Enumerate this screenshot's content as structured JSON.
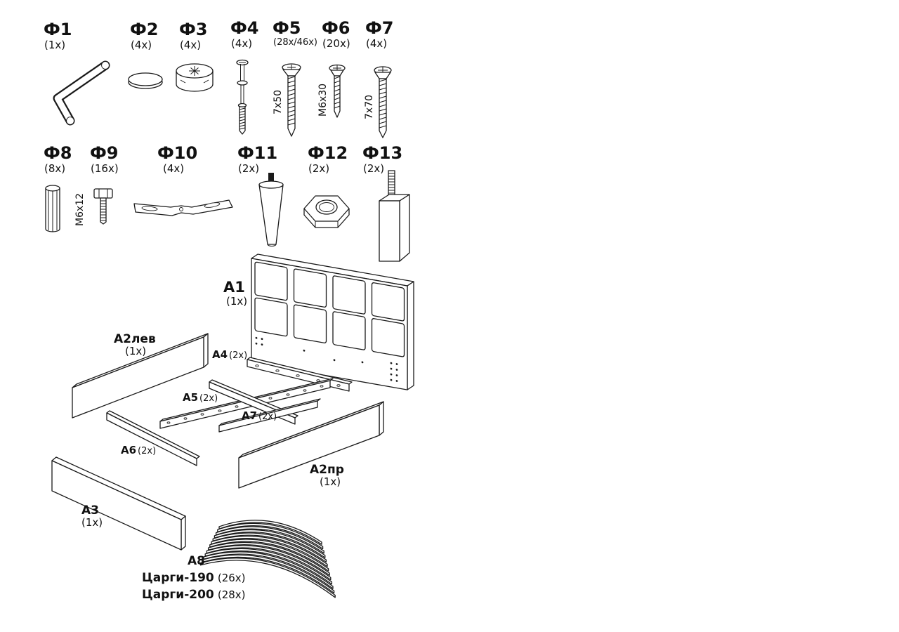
{
  "hardware": [
    {
      "id": "Ф1",
      "qty": "(1x)",
      "size": ""
    },
    {
      "id": "Ф2",
      "qty": "(4x)",
      "size": ""
    },
    {
      "id": "Ф3",
      "qty": "(4x)",
      "size": ""
    },
    {
      "id": "Ф4",
      "qty": "(4x)",
      "size": ""
    },
    {
      "id": "Ф5",
      "qty": "(28x/46x)",
      "size": "7x50"
    },
    {
      "id": "Ф6",
      "qty": "(20x)",
      "size": "M6x30"
    },
    {
      "id": "Ф7",
      "qty": "(4x)",
      "size": "7x70"
    },
    {
      "id": "Ф8",
      "qty": "(8x)",
      "size": ""
    },
    {
      "id": "Ф9",
      "qty": "(16x)",
      "size": "M6x12"
    },
    {
      "id": "Ф10",
      "qty": "(4x)",
      "size": ""
    },
    {
      "id": "Ф11",
      "qty": "(2x)",
      "size": ""
    },
    {
      "id": "Ф12",
      "qty": "(2x)",
      "size": ""
    },
    {
      "id": "Ф13",
      "qty": "(2x)",
      "size": ""
    }
  ],
  "parts": [
    {
      "id": "A1",
      "qty": "(1x)"
    },
    {
      "id": "A2лев",
      "qty": "(1x)"
    },
    {
      "id": "A4",
      "qty": "(2x)"
    },
    {
      "id": "A5",
      "qty": "(2x)"
    },
    {
      "id": "A7",
      "qty": "(2x)"
    },
    {
      "id": "A6",
      "qty": "(2x)"
    },
    {
      "id": "A2пр",
      "qty": "(1x)"
    },
    {
      "id": "A3",
      "qty": "(1x)"
    }
  ],
  "slats": {
    "id": "A8",
    "row1_name": "Царги-190",
    "row1_qty": "(26x)",
    "row2_name": "Царги-200",
    "row2_qty": "(28x)"
  }
}
